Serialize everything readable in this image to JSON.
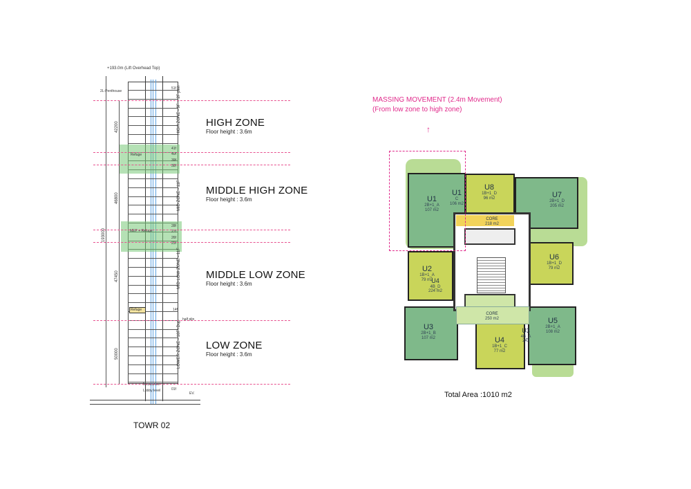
{
  "elevation": {
    "top_label": "+193.0m (Lift Overhead Top)",
    "penthouse_label": "2L-Penthouse",
    "tower_name": "TOWR 02",
    "dimensions": [
      "42200",
      "46800",
      "47450",
      "50000",
      "193000"
    ],
    "vertical_zone_labels": [
      "HIGH ZONE - 9F + 2F pen",
      "MID ZONE - 11F",
      "MID LOW ZONE - 11F",
      "LOWER ZONE - 10F+Dup"
    ],
    "refuge_labels": [
      "Refuge",
      "MEP + Refuge",
      "Refuge"
    ],
    "level_marks": [
      "51f",
      "41f",
      "40f",
      "39f",
      "38f",
      "28f",
      "27f",
      "26f",
      "25f",
      "14f",
      "01f"
    ],
    "other_labels": [
      "half plin",
      "Mezzanine",
      "Lobby level",
      "EV."
    ]
  },
  "zones": [
    {
      "name": "HIGH ZONE",
      "floor_height": "Floor height : 3.6m"
    },
    {
      "name": "MIDDLE HIGH ZONE",
      "floor_height": "Floor height : 3.6m"
    },
    {
      "name": "MIDDLE LOW ZONE",
      "floor_height": "Floor height : 3.6m"
    },
    {
      "name": "LOW ZONE",
      "floor_height": "Floor height : 3.6m"
    }
  ],
  "plan": {
    "massing_title": "MASSING MOVEMENT (2.4m Movement)",
    "massing_sub": "(From low zone to high zone)",
    "total_area": "Total Area :1010 m2",
    "units": [
      {
        "id": "U1",
        "type": "2B+1_A",
        "area": "107 m2"
      },
      {
        "id": "U1",
        "type": "C",
        "area": "106 m2"
      },
      {
        "id": "U8",
        "type": "1B+1_D",
        "area": "96 m2"
      },
      {
        "id": "U7",
        "type": "2B+1_D",
        "area": "205 m2"
      },
      {
        "id": "U6",
        "type": "1B+1_D",
        "area": "79 m2"
      },
      {
        "id": "U2",
        "type": "1B+1_A",
        "area": "79 m2"
      },
      {
        "id": "U4",
        "type": "4B_D",
        "area": "224 m2"
      },
      {
        "id": "U3",
        "type": "2B+1_B",
        "area": "107 m2"
      },
      {
        "id": "U4",
        "type": "1B+1_C",
        "area": "77 m2"
      },
      {
        "id": "U3",
        "type": "4B_A",
        "area": "243"
      },
      {
        "id": "U5",
        "type": "2B+1_A",
        "area": "108 m2"
      }
    ],
    "cores": [
      {
        "name": "CORE",
        "area": "218 m2"
      },
      {
        "name": "CORE",
        "area": "250 m2"
      }
    ]
  },
  "colors": {
    "dash": "#e8518f",
    "dark_green": "#7fb98a",
    "yellow": "#c9d55a",
    "light_green": "#b9dc95",
    "lift": "#5aa0e0"
  }
}
